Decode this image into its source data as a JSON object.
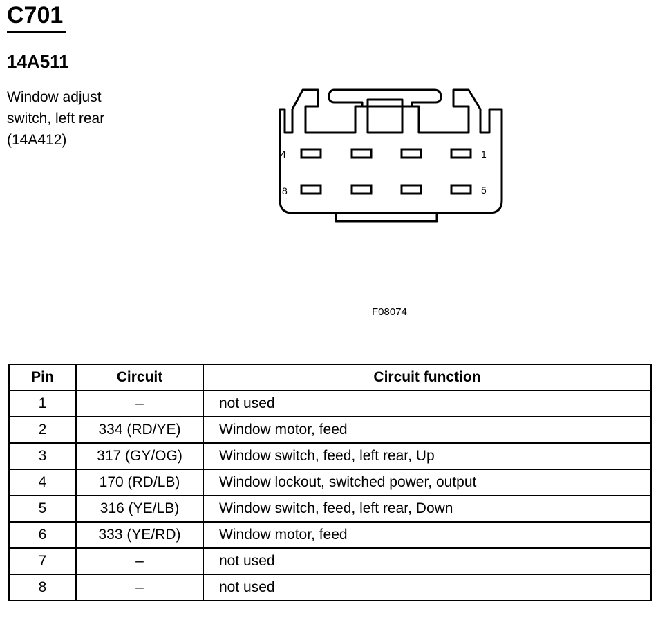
{
  "connector": {
    "title": "C701",
    "part_number": "14A511",
    "description_lines": [
      "Window adjust",
      "switch, left rear",
      "(14A412)"
    ],
    "figure_id": "F08074",
    "pin_labels": {
      "top_left": "4",
      "top_right": "1",
      "bottom_left": "8",
      "bottom_right": "5"
    }
  },
  "table": {
    "headers": {
      "pin": "Pin",
      "circuit": "Circuit",
      "function": "Circuit function"
    },
    "rows": [
      {
        "pin": "1",
        "circuit": "–",
        "function": "not used"
      },
      {
        "pin": "2",
        "circuit": "334 (RD/YE)",
        "function": "Window motor, feed"
      },
      {
        "pin": "3",
        "circuit": "317 (GY/OG)",
        "function": "Window switch, feed, left rear, Up"
      },
      {
        "pin": "4",
        "circuit": "170 (RD/LB)",
        "function": "Window lockout, switched power, output"
      },
      {
        "pin": "5",
        "circuit": "316 (YE/LB)",
        "function": "Window switch, feed, left rear, Down"
      },
      {
        "pin": "6",
        "circuit": "333 (YE/RD)",
        "function": "Window motor, feed"
      },
      {
        "pin": "7",
        "circuit": "–",
        "function": "not used"
      },
      {
        "pin": "8",
        "circuit": "–",
        "function": "not used"
      }
    ]
  }
}
